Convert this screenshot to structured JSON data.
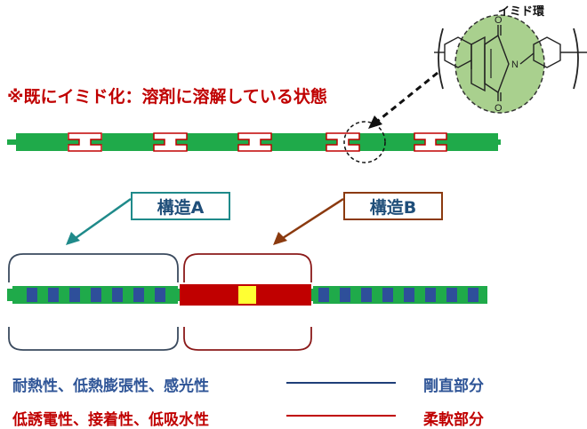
{
  "imide_ring_label": "イミド環",
  "state_note": "※既にイミド化：溶剤に溶解している状態",
  "molecule": {
    "o_top": "O",
    "o_bottom": "O",
    "n": "N"
  },
  "structure_a_label": "構造A",
  "structure_b_label": "構造B",
  "rigid": {
    "properties": "耐熱性、低熱膨張性、感光性",
    "name": "剛直部分",
    "color": "#2f5597"
  },
  "soft": {
    "properties": "低誘電性、接着性、低吸水性",
    "name": "柔軟部分",
    "color": "#c00000"
  },
  "colors": {
    "green": "#1faa4a",
    "blue": "#2e4f9a",
    "red": "#c00000",
    "yellow": "#ffff33"
  }
}
